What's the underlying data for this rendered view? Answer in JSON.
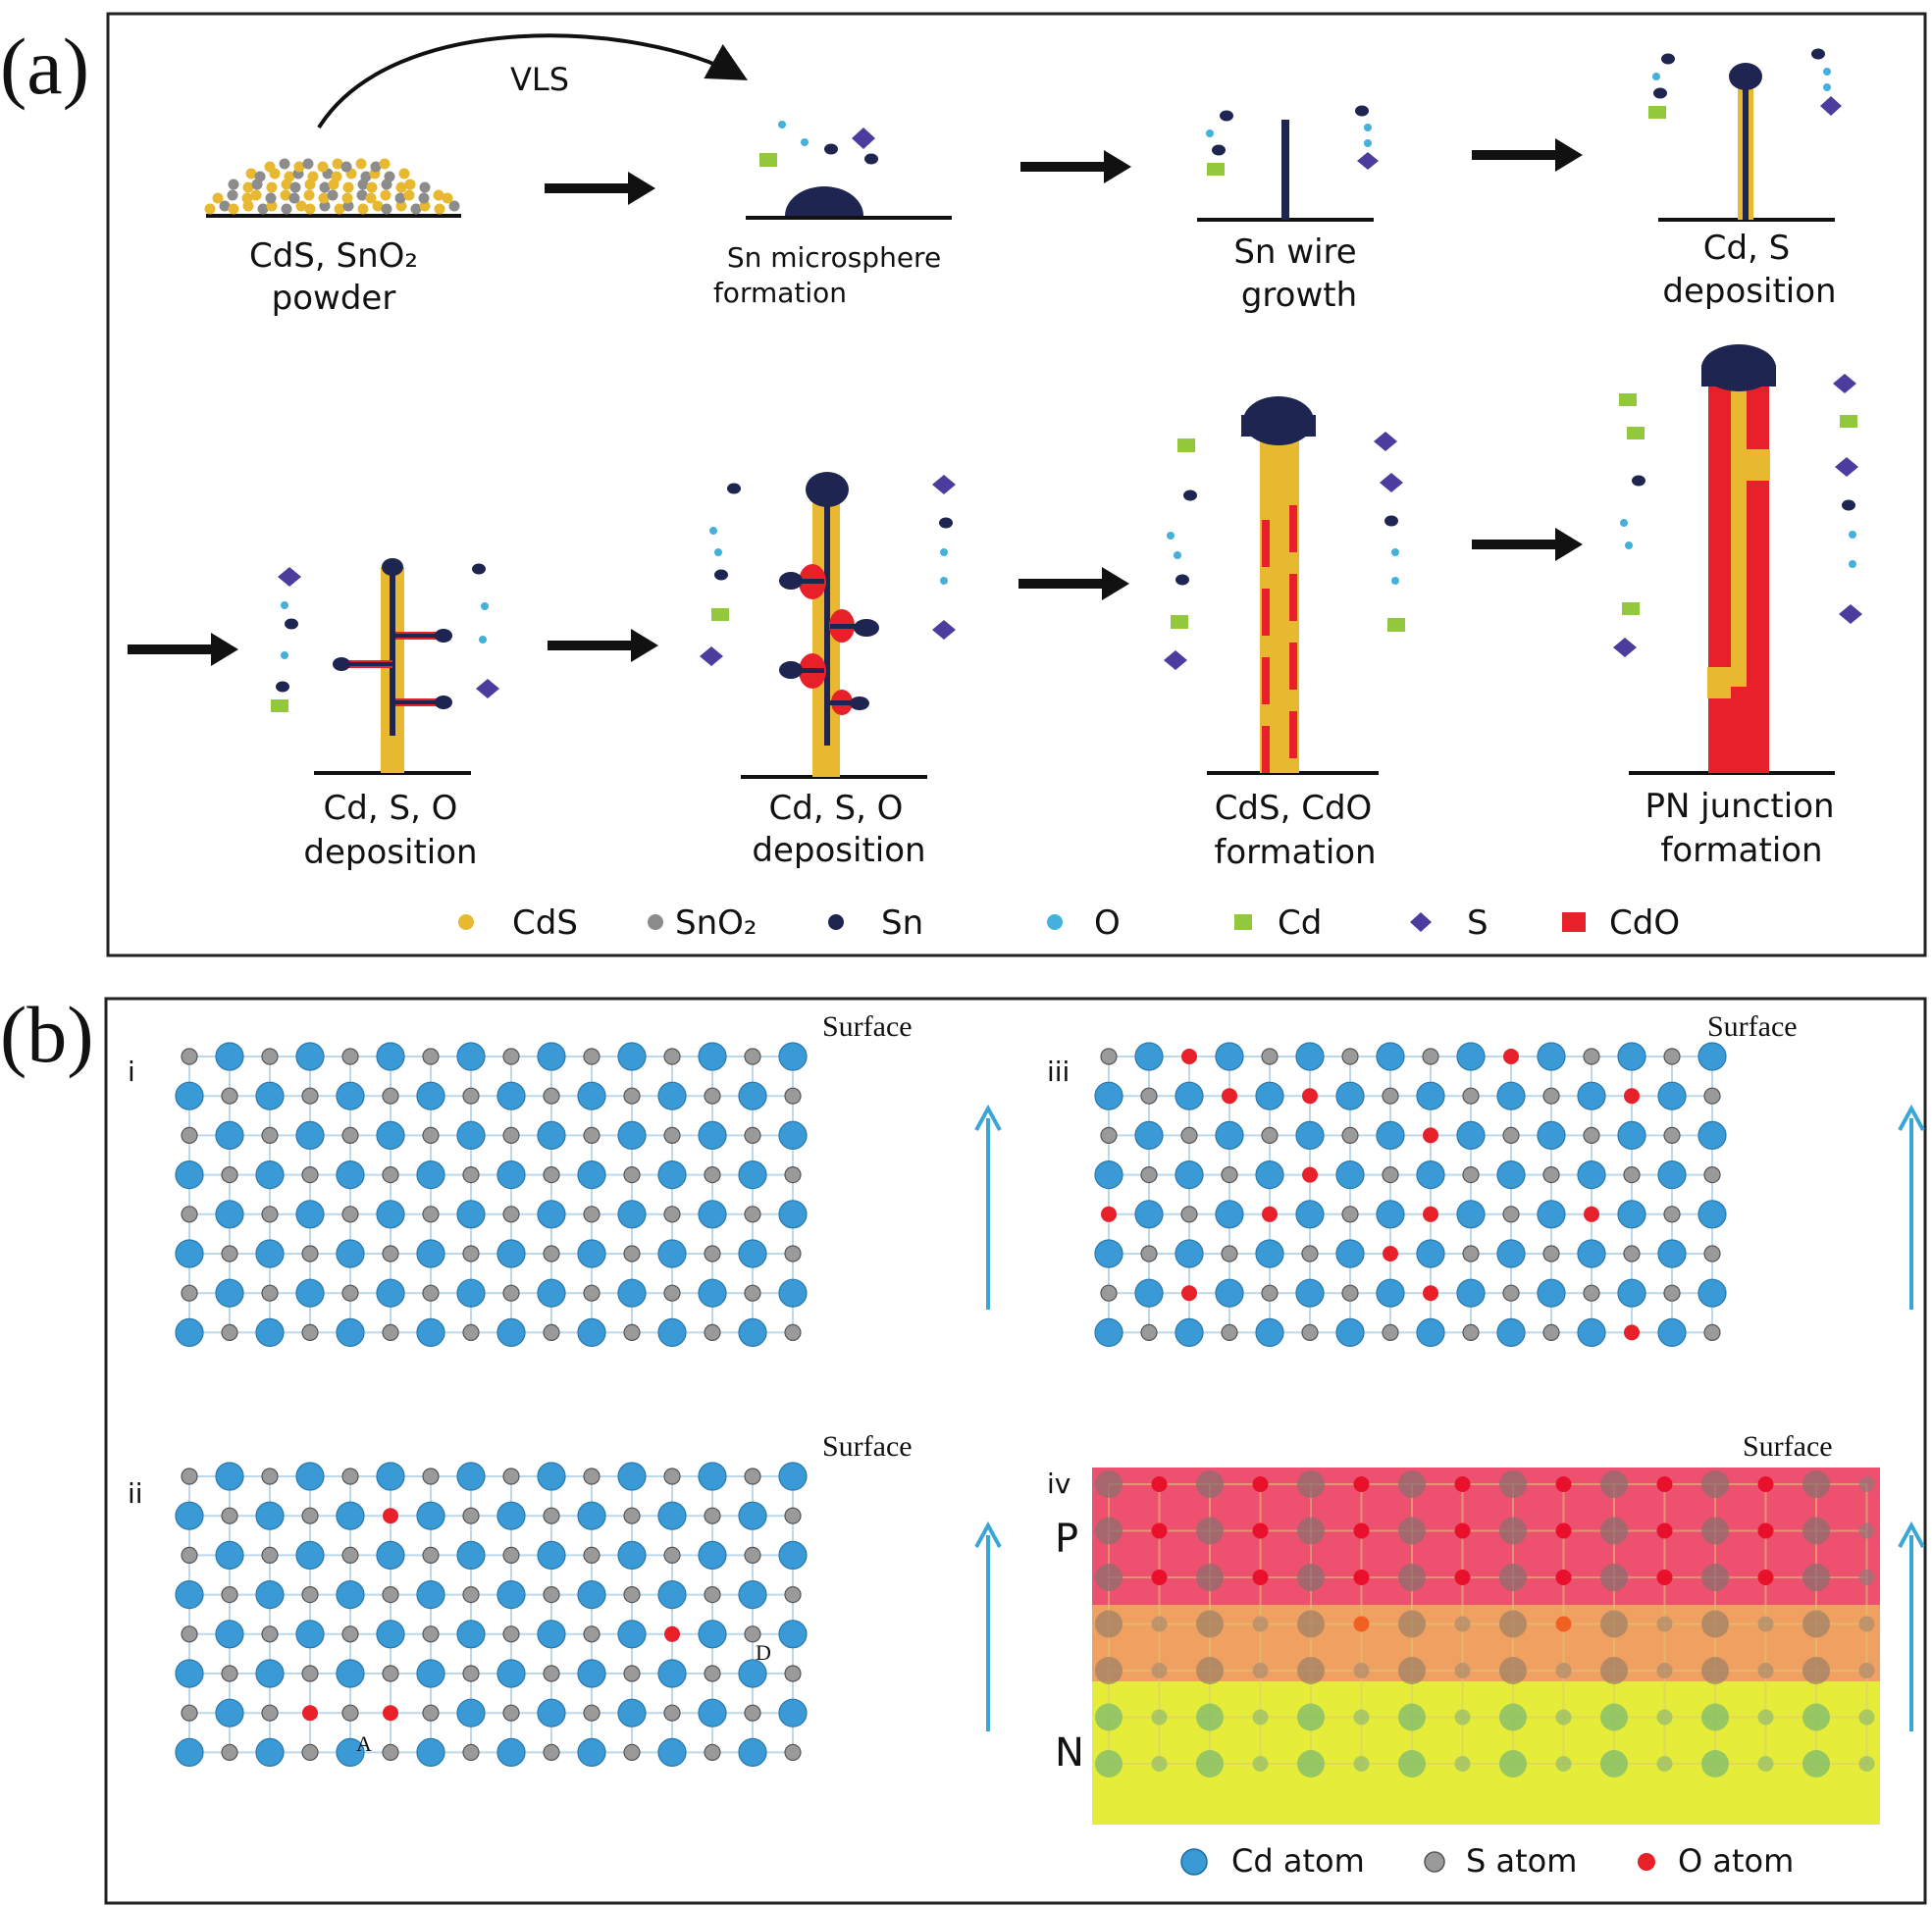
{
  "panel_a": {
    "label": "(a)",
    "vls": "VLS",
    "steps": [
      {
        "line1": "CdS, SnO₂",
        "line2": "powder"
      },
      {
        "line1": "Sn microsphere",
        "line2": "formation"
      },
      {
        "line1": "Sn wire",
        "line2": "growth"
      },
      {
        "line1": "Cd, S",
        "line2": "deposition"
      },
      {
        "line1": "Cd, S, O",
        "line2": "deposition"
      },
      {
        "line1": "Cd, S, O",
        "line2": "deposition"
      },
      {
        "line1": "CdS, CdO",
        "line2": "formation"
      },
      {
        "line1": "PN junction",
        "line2": "formation"
      }
    ],
    "legend": [
      {
        "label": "CdS",
        "color": "#e8b830",
        "shape": "circle"
      },
      {
        "label": "SnO₂",
        "color": "#8c8c8c",
        "shape": "circle"
      },
      {
        "label": "Sn",
        "color": "#1e2550",
        "shape": "circle"
      },
      {
        "label": "O",
        "color": "#45b0dc",
        "shape": "circle"
      },
      {
        "label": "Cd",
        "color": "#94c83c",
        "shape": "square"
      },
      {
        "label": "S",
        "color": "#4b3c9e",
        "shape": "diamond"
      },
      {
        "label": "CdO",
        "color": "#e8202a",
        "shape": "square"
      }
    ]
  },
  "panel_b": {
    "label": "(b)",
    "surface": "Surface",
    "subpanels": [
      {
        "id": "i",
        "label": "i"
      },
      {
        "id": "ii",
        "label": "ii",
        "defects": {
          "A": "A",
          "D": "D"
        }
      },
      {
        "id": "iii",
        "label": "iii"
      },
      {
        "id": "iv",
        "label": "iv",
        "p_label": "P",
        "n_label": "N"
      }
    ],
    "legend": [
      {
        "label": "Cd atom",
        "color": "#3a9ad6"
      },
      {
        "label": "S atom",
        "color": "#9a9a9a"
      },
      {
        "label": "O atom",
        "color": "#e8202a"
      }
    ]
  },
  "colors": {
    "cds": "#e8b830",
    "sn": "#1e2550",
    "o": "#45b0dc",
    "cd": "#94c83c",
    "s": "#4b3c9e",
    "cdo": "#e8202a",
    "cd_atom": "#3a9ad6",
    "s_atom": "#9a9a9a",
    "grid_line": "#bcd9ec",
    "arrow_blue": "#3aa6d8",
    "p_region": "#ee5070",
    "mid_region": "#f0a060",
    "n_region": "#e6ec3a"
  }
}
